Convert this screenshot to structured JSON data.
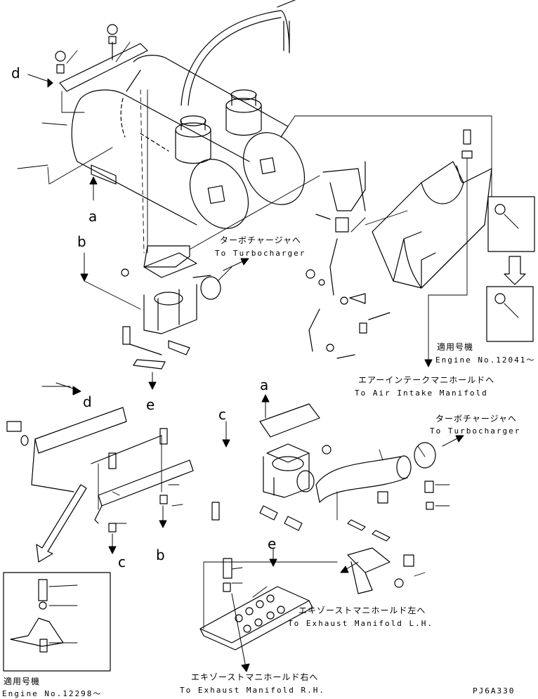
{
  "refs": {
    "d_top": "d",
    "a_left": "a",
    "b_left": "b",
    "d_mid": "d",
    "e_mid": "e",
    "c_bottom": "c",
    "b_bottom": "b",
    "a_right": "a",
    "c_right": "c",
    "e_right": "e"
  },
  "callouts": {
    "turbo1_jp": "ターボチャージャへ",
    "turbo1_en": "To Turbocharger",
    "turbo2_jp": "ターボチャージャへ",
    "turbo2_en": "To Turbocharger",
    "intake_jp": "エアーインテークマニホールドへ",
    "intake_en": "To Air Intake Manifold",
    "exh_lh_jp": "エキゾーストマニホールド左へ",
    "exh_lh_en": "To Exhaust Manifold L.H.",
    "exh_rh_jp": "エキゾーストマニホールド右へ",
    "exh_rh_en": "To Exhaust Manifold R.H."
  },
  "applicability": {
    "upper_jp": "適用号機",
    "upper_en": "Engine No.12041～",
    "lower_jp": "適用号機",
    "lower_en": "Engine No.12298～"
  },
  "drawing_code": "PJ6A330"
}
